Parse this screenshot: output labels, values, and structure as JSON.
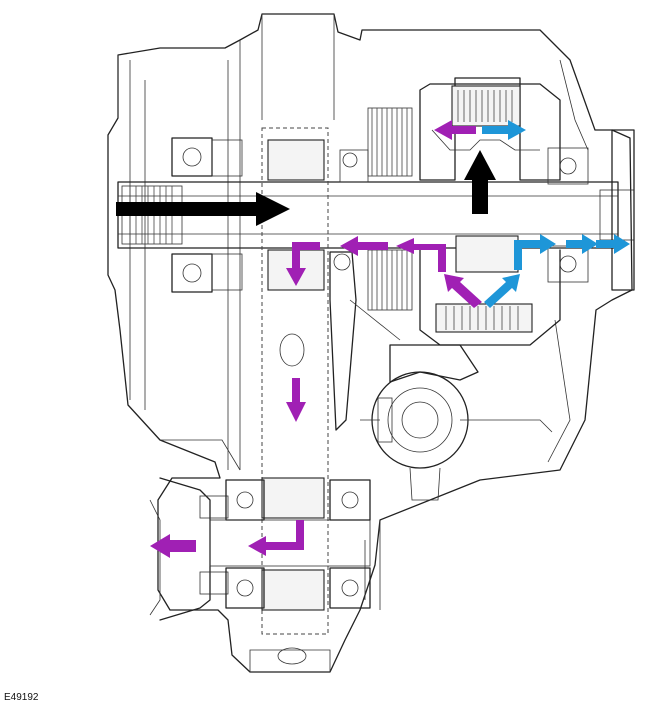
{
  "figure": {
    "code": "E49192"
  },
  "colors": {
    "primary_flow": "#a020b4",
    "secondary_flow": "#1e96d8",
    "input_flow": "#000000",
    "line_art": "#222222"
  },
  "arrows": {
    "input_arrow": {
      "color": "black",
      "direction": "right"
    },
    "up_arrow": {
      "color": "black",
      "direction": "up"
    },
    "purple_left_top": {
      "color": "purple",
      "direction": "left"
    },
    "blue_right_top": {
      "color": "blue",
      "direction": "right"
    },
    "blue_right_pair": {
      "color": "blue",
      "direction": "right"
    },
    "blue_elbow_up_right": {
      "color": "blue",
      "direction": "up-right"
    },
    "blue_diag_up_right": {
      "color": "blue",
      "direction": "up-right"
    },
    "purple_diag_up_left": {
      "color": "purple",
      "direction": "up-left"
    },
    "purple_elbow_left": {
      "color": "purple",
      "direction": "left"
    },
    "purple_left_mid": {
      "color": "purple",
      "direction": "left"
    },
    "purple_elbow_down": {
      "color": "purple",
      "direction": "down"
    },
    "purple_down": {
      "color": "purple",
      "direction": "down"
    },
    "purple_elbow_output": {
      "color": "purple",
      "direction": "left"
    },
    "purple_output_left": {
      "color": "purple",
      "direction": "left"
    }
  }
}
